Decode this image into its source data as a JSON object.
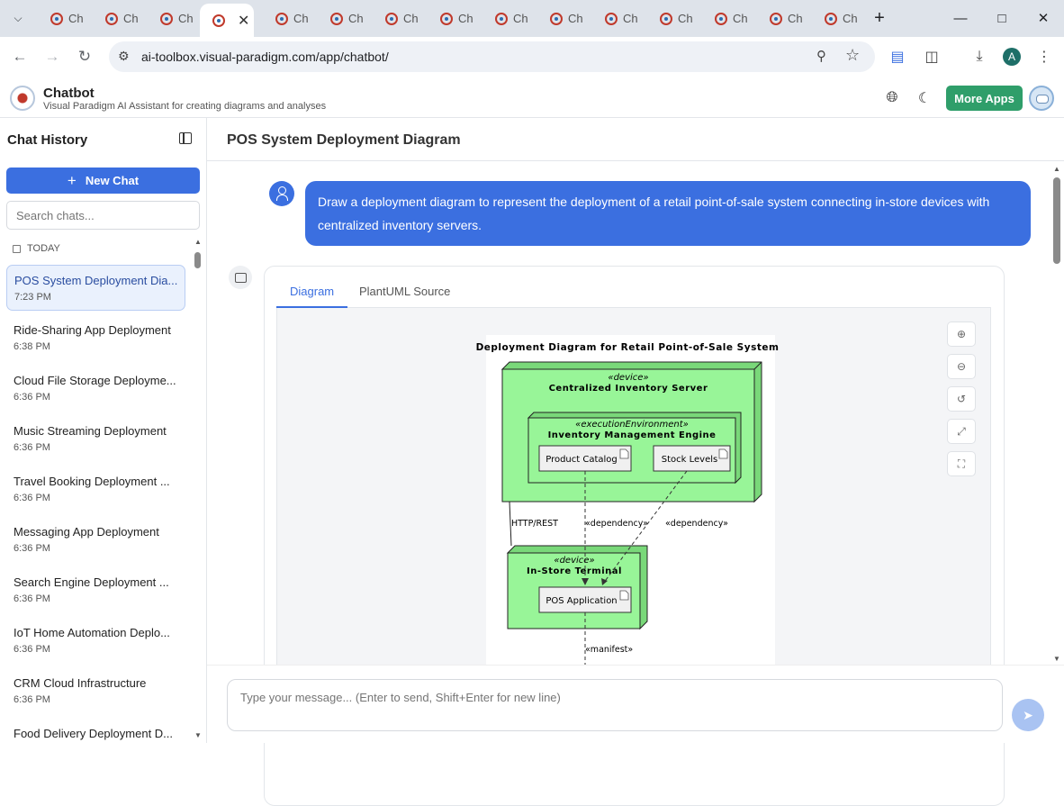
{
  "browser": {
    "tab_label": "Ch",
    "tab_count_before_active": 3,
    "active_tab_label": "",
    "address": "ai-toolbox.visual-paradigm.com/app/chatbot/",
    "profile_initial": "A"
  },
  "app": {
    "title": "Chatbot",
    "subtitle": "Visual Paradigm AI Assistant for creating diagrams and analyses",
    "more_apps_label": "More Apps"
  },
  "sidebar": {
    "title": "Chat History",
    "new_chat_label": "New Chat",
    "search_placeholder": "Search chats...",
    "group_label": "TODAY",
    "items": [
      {
        "title": "POS System Deployment Dia...",
        "time": "7:23 PM"
      },
      {
        "title": "Ride-Sharing App Deployment",
        "time": "6:38 PM"
      },
      {
        "title": "Cloud File Storage Deployme...",
        "time": "6:36 PM"
      },
      {
        "title": "Music Streaming Deployment",
        "time": "6:36 PM"
      },
      {
        "title": "Travel Booking Deployment ...",
        "time": "6:36 PM"
      },
      {
        "title": "Messaging App Deployment",
        "time": "6:36 PM"
      },
      {
        "title": "Search Engine Deployment ...",
        "time": "6:36 PM"
      },
      {
        "title": "IoT Home Automation Deplo...",
        "time": "6:36 PM"
      },
      {
        "title": "CRM Cloud Infrastructure",
        "time": "6:36 PM"
      },
      {
        "title": "Food Delivery Deployment D...",
        "time": ""
      }
    ]
  },
  "conversation": {
    "title": "POS System Deployment Diagram",
    "user_message": "Draw a deployment diagram to represent the deployment of a retail point-of-sale system connecting in-store devices with centralized inventory servers.",
    "tabs": [
      "Diagram",
      "PlantUML Source"
    ],
    "composer_placeholder": "Type your message... (Enter to send, Shift+Enter for new line)"
  },
  "diagram": {
    "title": "Deployment Diagram for Retail Point-of-Sale System",
    "server_stereotype": "«device»",
    "server_name": "Centralized Inventory Server",
    "env_stereotype": "«executionEnvironment»",
    "env_name": "Inventory Management Engine",
    "artifact_catalog": "Product Catalog",
    "artifact_stock": "Stock Levels",
    "terminal_stereotype": "«device»",
    "terminal_name": "In-Store Terminal",
    "artifact_pos": "POS Application",
    "label_http": "HTTP/REST",
    "label_dep1": "«dependency»",
    "label_dep2": "«dependency»",
    "label_manifest": "«manifest»",
    "node_fill": "#98f598"
  },
  "colors": {
    "accent": "#3b6fe0",
    "more_apps": "#2f9e6a"
  }
}
